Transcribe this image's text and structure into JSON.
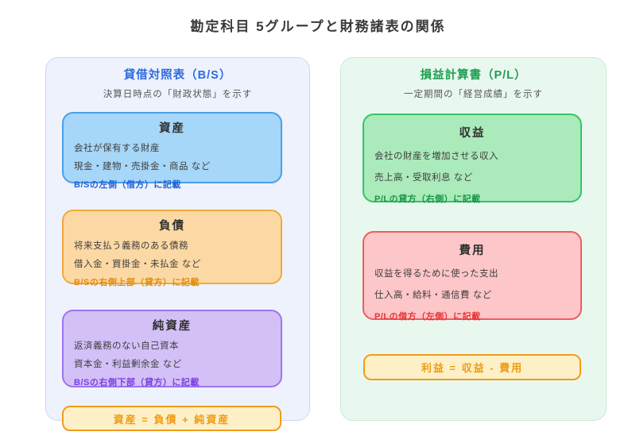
{
  "title": "勘定科目 5グループと財務諸表の関係",
  "panels": [
    {
      "id": "balance-sheet",
      "title": "貸借対照表（B/S）",
      "subtitle": "決算日時点の「財政状態」を示す",
      "groups": [
        {
          "name": "資産",
          "desc": "会社が保有する財産",
          "examples": "現金・建物・売掛金・商品 など",
          "note": "B/Sの左側（借方）に記載"
        },
        {
          "name": "負債",
          "desc": "将来支払う義務のある債務",
          "examples": "借入金・買掛金・未払金 など",
          "note": "B/Sの右側上部（貸方）に記載"
        },
        {
          "name": "純資産",
          "desc": "返済義務のない自己資本",
          "examples": "資本金・利益剰余金 など",
          "note": "B/Sの右側下部（貸方）に記載"
        }
      ],
      "formula": "資産 = 負債 + 純資産"
    },
    {
      "id": "profit-loss",
      "title": "損益計算書（P/L）",
      "subtitle": "一定期間の「経営成績」を示す",
      "groups": [
        {
          "name": "収益",
          "desc": "会社の財産を増加させる収入",
          "examples": "売上高・受取利息 など",
          "note": "P/Lの貸方（右側）に記載"
        },
        {
          "name": "費用",
          "desc": "収益を得るために使った支出",
          "examples": "仕入高・給料・通信費 など",
          "note": "P/Lの借方（左側）に記載"
        }
      ],
      "formula": "利益 = 収益 - 費用"
    }
  ],
  "colors": {
    "bs_accent": "#2e6be0",
    "pl_accent": "#1d9e52",
    "bs_panel_fill": "#eef2fc",
    "pl_panel_fill": "#e9f8ef",
    "asset_fill": "#a6d6f8",
    "asset_border": "#4b9fe9",
    "asset_note": "#1f62d6",
    "liability_fill": "#fcd9a4",
    "liability_border": "#f2a93a",
    "liability_note": "#df8d10",
    "equity_fill": "#d3c0f7",
    "equity_border": "#9d74ee",
    "equity_note": "#7b3fe4",
    "revenue_fill": "#abeaba",
    "revenue_border": "#34c466",
    "revenue_note": "#18954a",
    "expense_fill": "#fdc6c8",
    "expense_border": "#f25a5e",
    "expense_note": "#e23538",
    "formula_fill": "#fdf0c7",
    "formula_border": "#f09c1c",
    "formula_text": "#f09b10"
  }
}
